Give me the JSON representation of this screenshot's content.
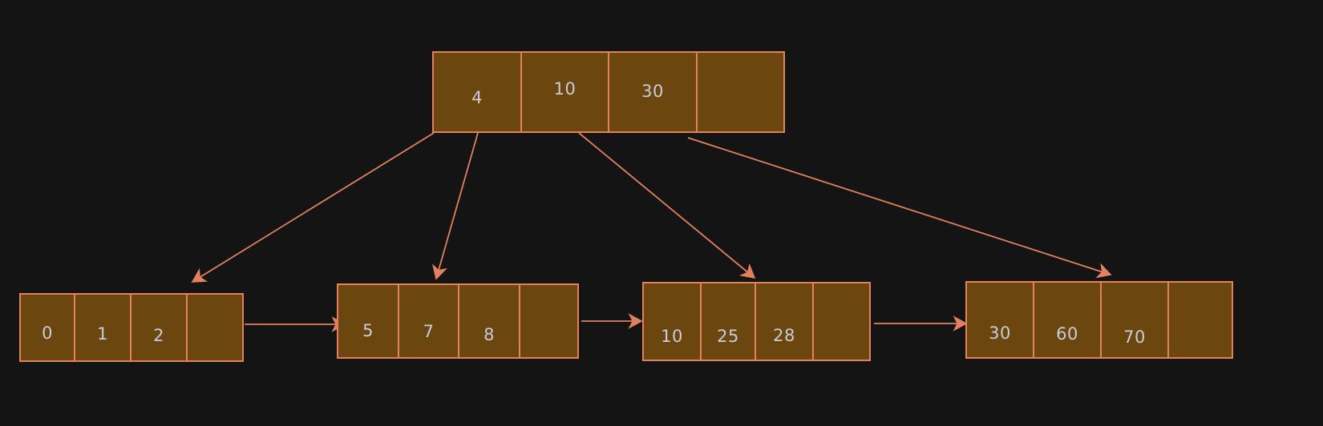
{
  "diagram": {
    "type": "b-plus-tree",
    "title": "",
    "colors": {
      "background": "#141414",
      "node_fill": "#6b470f",
      "node_border": "#e2805f",
      "arrow": "#e2805f",
      "text": "#c8ccd8"
    },
    "root": {
      "name": "root-node",
      "cells": [
        {
          "value": "4",
          "empty": false
        },
        {
          "value": "10",
          "empty": false
        },
        {
          "value": "30",
          "empty": false
        },
        {
          "value": "",
          "empty": true
        }
      ]
    },
    "leaves": [
      {
        "name": "leaf-node-1",
        "cells": [
          {
            "value": "0",
            "empty": false
          },
          {
            "value": "1",
            "empty": false
          },
          {
            "value": "2",
            "empty": false
          },
          {
            "value": "",
            "empty": true
          }
        ]
      },
      {
        "name": "leaf-node-2",
        "cells": [
          {
            "value": "5",
            "empty": false
          },
          {
            "value": "7",
            "empty": false
          },
          {
            "value": "8",
            "empty": false
          },
          {
            "value": "",
            "empty": true
          }
        ]
      },
      {
        "name": "leaf-node-3",
        "cells": [
          {
            "value": "10",
            "empty": false
          },
          {
            "value": "25",
            "empty": false
          },
          {
            "value": "28",
            "empty": false
          },
          {
            "value": "",
            "empty": true
          }
        ]
      },
      {
        "name": "leaf-node-4",
        "cells": [
          {
            "value": "30",
            "empty": false
          },
          {
            "value": "60",
            "empty": false
          },
          {
            "value": "70",
            "empty": false
          },
          {
            "value": "",
            "empty": true
          }
        ]
      }
    ]
  }
}
